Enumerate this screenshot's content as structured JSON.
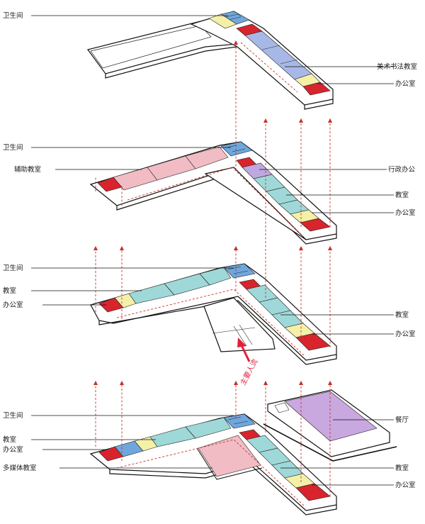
{
  "colors": {
    "toilet": "#6fa7dd",
    "office": "#d8242c",
    "office_light": "#f5f0a8",
    "classroom": "#9fd8d8",
    "art_room": "#a8b8e6",
    "auxiliary": "#f1bcc4",
    "admin": "#bfa8e0",
    "dining": "#c9a8e0",
    "multimedia": "#f1bcc4",
    "flow_arrow": "#e0213a",
    "dashed_line": "#c8322a"
  },
  "floors": {
    "f4": {
      "left_labels": [
        "卫生间"
      ],
      "right_labels": [
        "美术书法教室",
        "办公室"
      ]
    },
    "f3": {
      "left_labels": [
        "卫生间",
        "辅助教室"
      ],
      "right_labels": [
        "行政办公",
        "教室",
        "办公室"
      ]
    },
    "f2": {
      "left_labels": [
        "卫生间",
        "教室",
        "办公室"
      ],
      "right_labels": [
        "教室",
        "办公室"
      ]
    },
    "f1": {
      "left_labels": [
        "卫生间",
        "教室",
        "办公室",
        "多媒体教室"
      ],
      "right_labels": [
        "餐厅",
        "教室",
        "办公室"
      ]
    }
  },
  "main_flow_label": "主要人流"
}
